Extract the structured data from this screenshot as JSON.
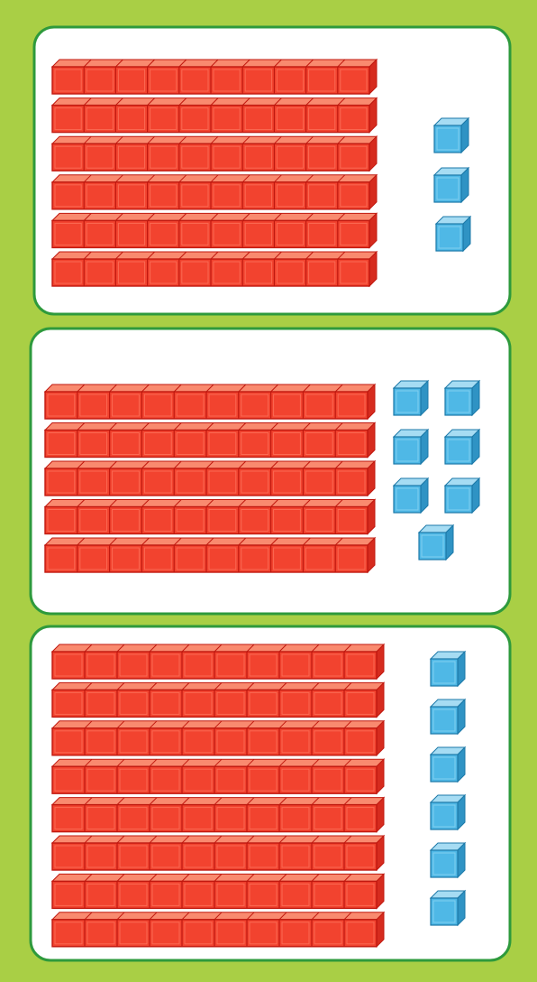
{
  "colors": {
    "background": "#a9cf45",
    "panel_fill": "#ffffff",
    "panel_border": "#2e9a3c",
    "rod_front": "#f2432f",
    "rod_top": "#f98a6f",
    "rod_side": "#d62b1e",
    "rod_lines": "#c0180f",
    "unit_front": "#4fb8e6",
    "unit_top": "#a6dcf3",
    "unit_side": "#2f93c4",
    "unit_lines": "#1c79a8"
  },
  "panels": [
    {
      "name": "panel-1",
      "tens_rods": 6,
      "unit_cubes": 3,
      "cubes_per_rod": 10
    },
    {
      "name": "panel-2",
      "tens_rods": 5,
      "unit_cubes": 7,
      "cubes_per_rod": 10
    },
    {
      "name": "panel-3",
      "tens_rods": 8,
      "unit_cubes": 6,
      "cubes_per_rod": 10
    }
  ]
}
